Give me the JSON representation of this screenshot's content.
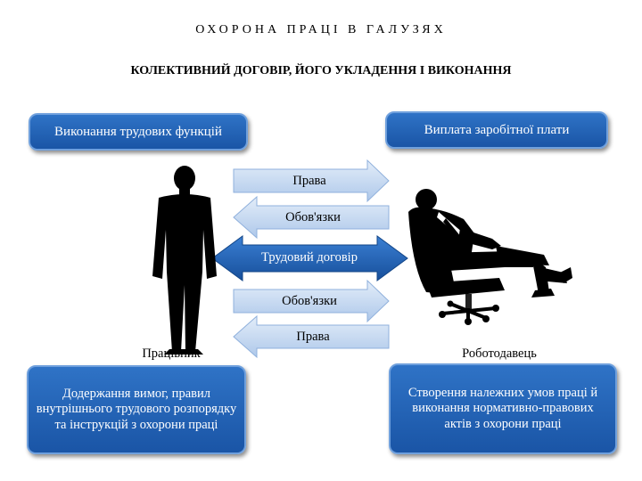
{
  "header": {
    "title": "ОХОРОНА ПРАЦІ В ГАЛУЗЯХ"
  },
  "subtitle": "КОЛЕКТИВНИЙ ДОГОВІР, ЙОГО УКЛАДЕННЯ І ВИКОНАННЯ",
  "top_boxes": {
    "left": "Виконання трудових функцій",
    "right": "Виплата заробітної плати"
  },
  "arrows": {
    "rights_top": "Права",
    "duties_top": "Обов'язки",
    "contract": "Трудовий договір",
    "duties_bottom": "Обов'язки",
    "rights_bottom": "Права"
  },
  "parties": {
    "worker": "Працівник",
    "employer": "Роботодавець"
  },
  "bottom_boxes": {
    "left": "Додержання вимог, правил внутрішнього трудового розпорядку та інструкцій з охорони праці",
    "right": "Створення належних умов праці й виконання нормативно-правових актів з охорони праці"
  },
  "colors": {
    "box_blue": "#2163b6",
    "arrow_light": "#c6d9f1",
    "arrow_dark": "#1f5fb0"
  }
}
